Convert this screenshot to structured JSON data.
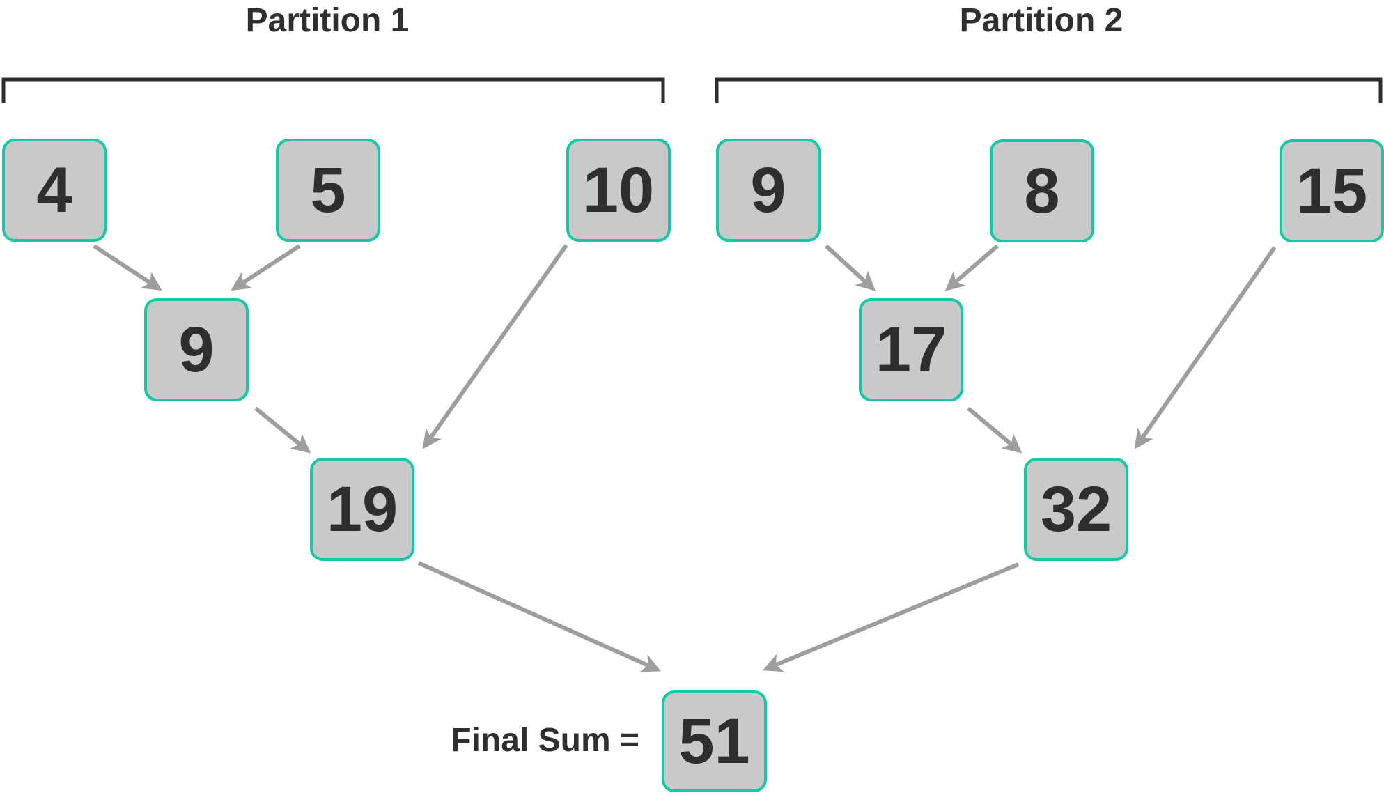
{
  "partition1": {
    "label": "Partition 1",
    "leaves": {
      "a": "4",
      "b": "5",
      "c": "10"
    },
    "level2_sum": "9",
    "level3_sum": "19"
  },
  "partition2": {
    "label": "Partition 2",
    "leaves": {
      "a": "9",
      "b": "8",
      "c": "15"
    },
    "level2_sum": "17",
    "level3_sum": "32"
  },
  "final": {
    "label": "Final Sum =",
    "value": "51"
  },
  "colors": {
    "node_fill": "#c9c9c9",
    "node_border": "#14c9a8",
    "arrow": "#9e9e9e",
    "bracket": "#2d2d2d",
    "text_dark": "#2e2e2e"
  }
}
